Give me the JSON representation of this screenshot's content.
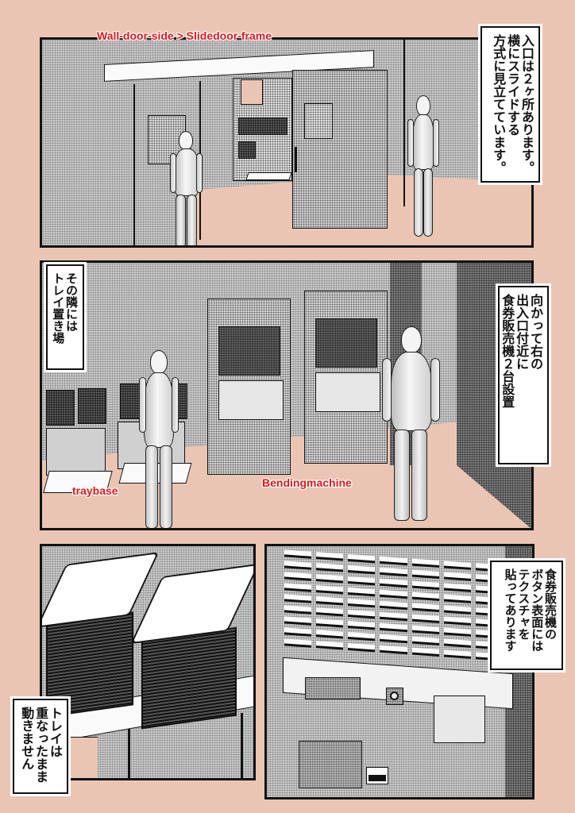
{
  "page": {
    "background": "#ebc5b3",
    "panel_count": 4
  },
  "panels": [
    {
      "id": 1,
      "scene": "entrance-sliding-doors",
      "label": "Wall-door-side > Slidedoor-frame",
      "caption": {
        "lines": [
          "入口は２ヶ所あります。",
          "横にスライドする",
          "方式に見立てています。"
        ]
      }
    },
    {
      "id": 2,
      "scene": "tray-base-and-ticket-machines",
      "labels": {
        "traybase": "traybase",
        "machine": "Bendingmachine"
      },
      "caption_left": {
        "lines": [
          "その隣には",
          "トレイ置き場"
        ]
      },
      "caption_right": {
        "lines": [
          "向かって右の",
          "出入口付近に",
          "食券販売機２台設置"
        ]
      }
    },
    {
      "id": 3,
      "scene": "stacked-trays-closeup",
      "caption": {
        "lines": [
          "トレイは",
          "重なったまま",
          "動きません"
        ]
      }
    },
    {
      "id": 4,
      "scene": "ticket-machine-button-closeup",
      "caption": {
        "lines": [
          "食券販売機の",
          "ボタン表面には",
          "テクスチャを",
          "貼ってあります"
        ]
      }
    }
  ],
  "colors": {
    "label_red": "#e0161b",
    "panel_border": "#111111",
    "floor": "#ebc5b3",
    "tone_gray": "#c9c9c9"
  }
}
